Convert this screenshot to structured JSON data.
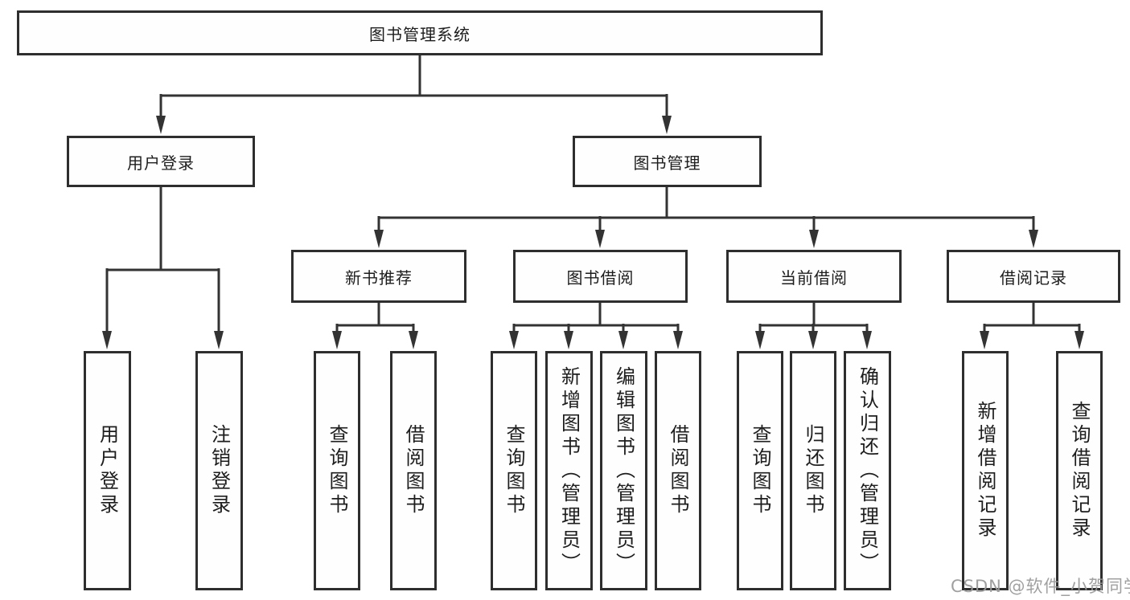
{
  "tree": {
    "root": "图书管理系统",
    "branches": [
      {
        "label": "用户登录",
        "children": [
          "用户登录",
          "注销登录"
        ]
      },
      {
        "label": "图书管理",
        "children": [
          {
            "label": "新书推荐",
            "children": [
              "查询图书",
              "借阅图书"
            ]
          },
          {
            "label": "图书借阅",
            "children": [
              "查询图书",
              "新增图书（管理员）",
              "编辑图书（管理员）",
              "借阅图书"
            ]
          },
          {
            "label": "当前借阅",
            "children": [
              "查询图书",
              "归还图书",
              "确认归还（管理员）"
            ]
          },
          {
            "label": "借阅记录",
            "children": [
              "新增借阅记录",
              "查询借阅记录"
            ]
          }
        ]
      }
    ]
  },
  "watermark": {
    "text": "CSDN @软件_小贺同学"
  },
  "colors": {
    "line": "#333333",
    "box_border": "#2e2e2e",
    "text": "#1d1d1d",
    "watermark": "#9b9b9b",
    "background": "#ffffff"
  }
}
